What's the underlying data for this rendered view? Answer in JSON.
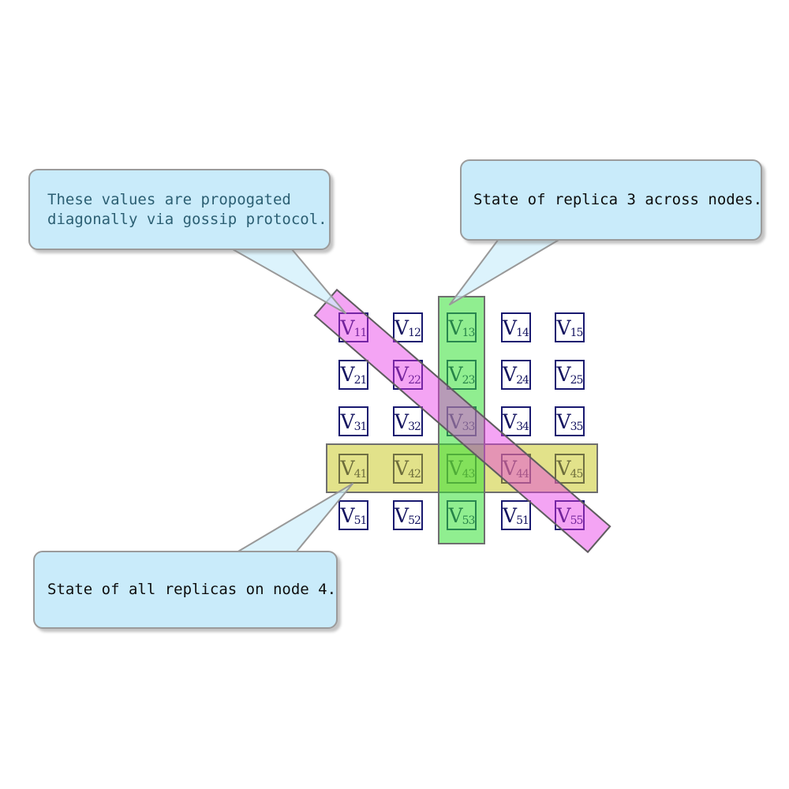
{
  "callouts": {
    "gossip": {
      "lines": [
        "These values are propogated",
        "diagonally via gossip protocol."
      ],
      "text_color": "#2c5f73"
    },
    "replica": {
      "lines": [
        "State of replica 3 across nodes."
      ],
      "text_color": "#0d0d0d"
    },
    "node": {
      "lines": [
        "State of all replicas on node 4."
      ],
      "text_color": "#0d0d0d"
    }
  },
  "matrix": {
    "symbol": "V",
    "subscripts": [
      [
        "11",
        "12",
        "13",
        "14",
        "15"
      ],
      [
        "21",
        "22",
        "23",
        "24",
        "25"
      ],
      [
        "31",
        "32",
        "33",
        "34",
        "35"
      ],
      [
        "41",
        "42",
        "43",
        "44",
        "45"
      ],
      [
        "51",
        "52",
        "53",
        "51",
        "55"
      ]
    ]
  },
  "highlights": {
    "replica3_column": {
      "fill": "#90ee90",
      "border": "#6f6f6f"
    },
    "node4_row": {
      "fill": "#e2e28a",
      "border": "#6f6f6f"
    },
    "gossip_diagonal": {
      "fill": "#f4a4f4",
      "border": "#5e5e5e"
    }
  },
  "colors": {
    "cell_border": "#191970",
    "cell_text": "#141460",
    "callout_fill": "#c9ebfa",
    "callout_border": "#9b9b9b"
  }
}
